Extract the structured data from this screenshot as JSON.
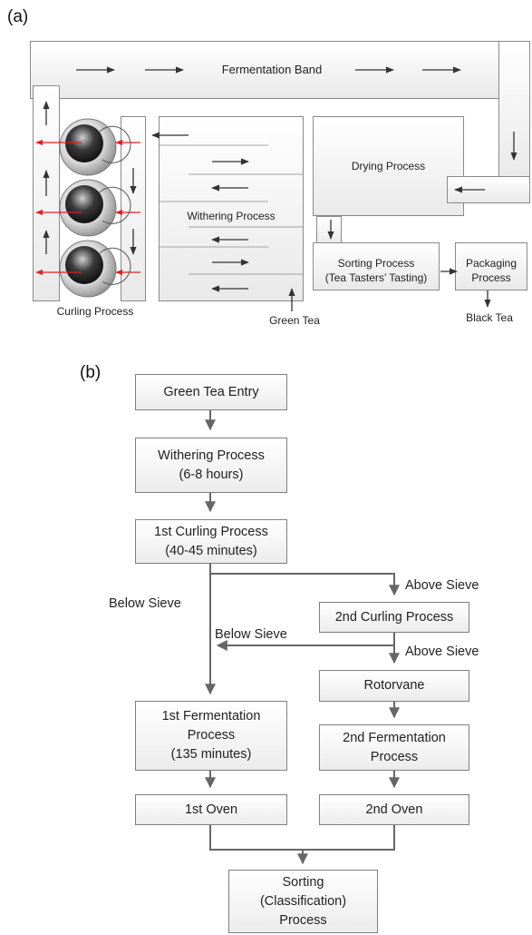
{
  "panel_a": {
    "label": "(a)",
    "fermentation_band": "Fermentation Band",
    "drying": "Drying Process",
    "withering": "Withering Process",
    "sorting_line1": "Sorting Process",
    "sorting_line2": "(Tea Tasters’ Tasting)",
    "packaging_line1": "Packaging",
    "packaging_line2": "Process",
    "curling": "Curling Process",
    "green_tea": "Green Tea",
    "black_tea": "Black Tea"
  },
  "panel_b": {
    "label": "(b)",
    "green_tea_entry": "Green Tea Entry",
    "withering_line1": "Withering Process",
    "withering_line2": "(6-8 hours)",
    "curling1_line1": "1st Curling Process",
    "curling1_line2": "(40-45 minutes)",
    "curling2": "2nd Curling Process",
    "rotorvane": "Rotorvane",
    "ferment1_line1": "1st Fermentation",
    "ferment1_line2": "Process",
    "ferment1_line3": "(135 minutes)",
    "ferment2_line1": "2nd  Fermentation",
    "ferment2_line2": "Process",
    "oven1": "1st Oven",
    "oven2": "2nd  Oven",
    "sorting_line1": "Sorting",
    "sorting_line2": "(Classification)",
    "sorting_line3": "Process",
    "above_sieve_1": "Above Sieve",
    "above_sieve_2": "Above Sieve",
    "below_sieve_1": "Below Sieve",
    "below_sieve_2": "Below Sieve"
  },
  "colors": {
    "arrow_dark": "#333333",
    "arrow_red": "#e02020",
    "flow_line": "#666666"
  }
}
